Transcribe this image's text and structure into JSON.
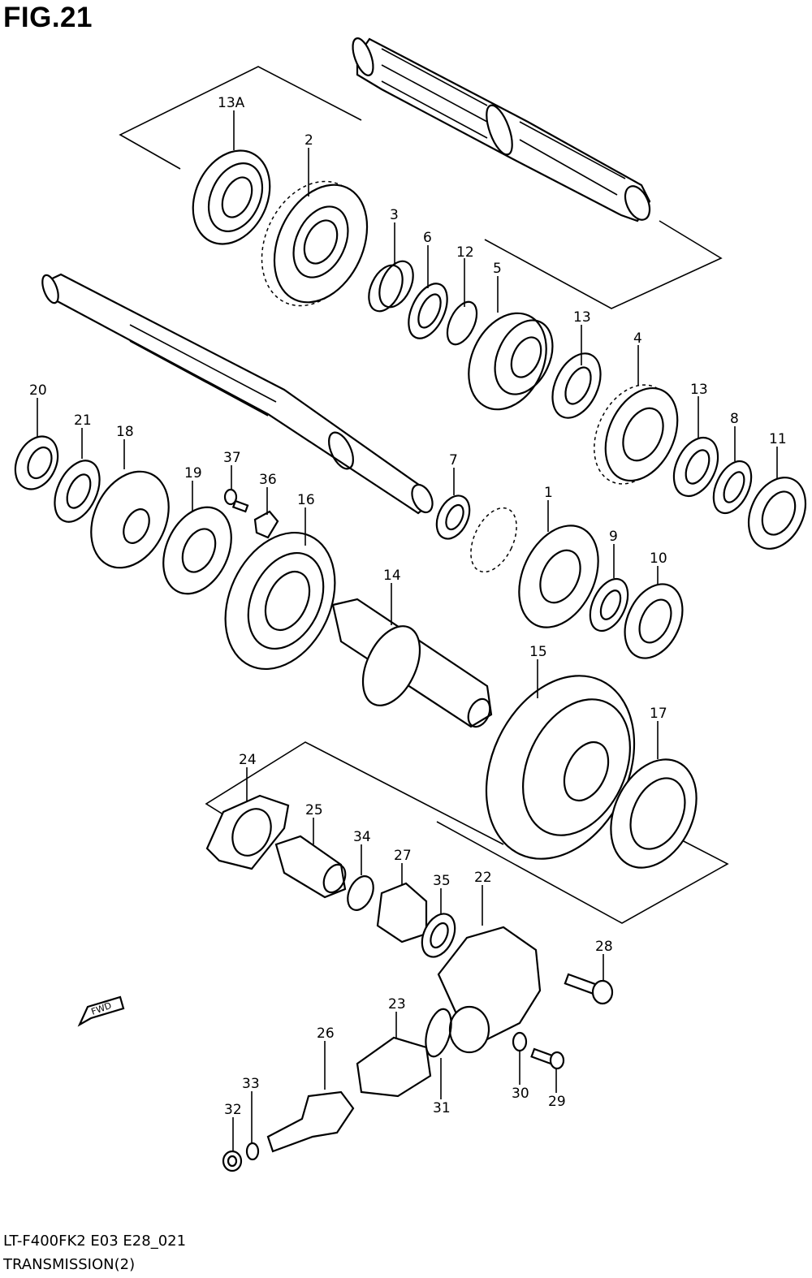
{
  "figure": {
    "title": "FIG.21"
  },
  "parts": [
    {
      "id": "13A",
      "label": "13A"
    },
    {
      "id": "2",
      "label": "2"
    },
    {
      "id": "3",
      "label": "3"
    },
    {
      "id": "6",
      "label": "6"
    },
    {
      "id": "12",
      "label": "12"
    },
    {
      "id": "5",
      "label": "5"
    },
    {
      "id": "13",
      "label": "13"
    },
    {
      "id": "4",
      "label": "4"
    },
    {
      "id": "13b",
      "label": "13"
    },
    {
      "id": "8",
      "label": "8"
    },
    {
      "id": "11",
      "label": "11"
    },
    {
      "id": "20",
      "label": "20"
    },
    {
      "id": "21",
      "label": "21"
    },
    {
      "id": "18",
      "label": "18"
    },
    {
      "id": "19",
      "label": "19"
    },
    {
      "id": "37",
      "label": "37"
    },
    {
      "id": "36",
      "label": "36"
    },
    {
      "id": "16",
      "label": "16"
    },
    {
      "id": "7",
      "label": "7"
    },
    {
      "id": "1",
      "label": "1"
    },
    {
      "id": "9",
      "label": "9"
    },
    {
      "id": "10",
      "label": "10"
    },
    {
      "id": "14",
      "label": "14"
    },
    {
      "id": "15",
      "label": "15"
    },
    {
      "id": "17",
      "label": "17"
    },
    {
      "id": "24",
      "label": "24"
    },
    {
      "id": "25",
      "label": "25"
    },
    {
      "id": "34",
      "label": "34"
    },
    {
      "id": "27",
      "label": "27"
    },
    {
      "id": "35",
      "label": "35"
    },
    {
      "id": "22",
      "label": "22"
    },
    {
      "id": "28",
      "label": "28"
    },
    {
      "id": "23",
      "label": "23"
    },
    {
      "id": "26",
      "label": "26"
    },
    {
      "id": "33",
      "label": "33"
    },
    {
      "id": "32",
      "label": "32"
    },
    {
      "id": "31",
      "label": "31"
    },
    {
      "id": "30",
      "label": "30"
    },
    {
      "id": "29",
      "label": "29"
    }
  ],
  "direction_marker": {
    "text": "FWD",
    "icon": "fwd-arrow-icon"
  },
  "footer": {
    "model_code": "LT-F400FK2 E03 E28_021",
    "section_name": "TRANSMISSION(2)"
  }
}
